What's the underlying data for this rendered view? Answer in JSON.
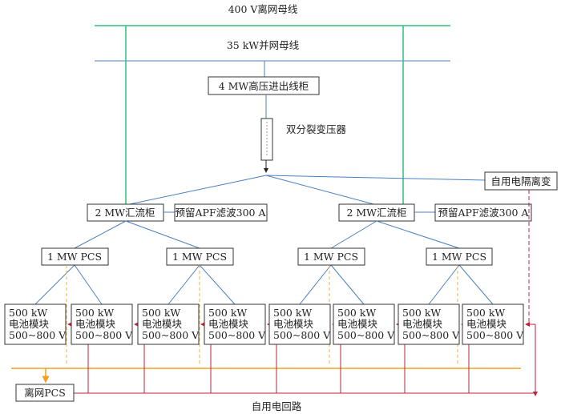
{
  "buses": {
    "offgrid": "400 V离网母线",
    "grid": "35 kW并网母线"
  },
  "hv_cabinet": "4 MW高压进出线柜",
  "transformer": "双分裂变压器",
  "isolation_transformer": "自用电隔离变",
  "combiners": [
    {
      "label": "2 MW汇流柜",
      "apf": "预留APF滤波300 A"
    },
    {
      "label": "2 MW汇流柜",
      "apf": "预留APF滤波300 A"
    }
  ],
  "pcs": [
    "1 MW PCS",
    "1 MW PCS",
    "1 MW PCS",
    "1 MW PCS"
  ],
  "battery": {
    "l1": "500 kW",
    "l2": "电池模块",
    "l3": "500~800 V"
  },
  "offgrid_pcs": "离网PCS",
  "self_power_loop": "自用电回路",
  "colors": {
    "offgrid_bus": "#2fbf7f",
    "grid_bus": "#4a7fc1",
    "orange_bus": "#f0a020",
    "red_loop": "#c0203a"
  }
}
